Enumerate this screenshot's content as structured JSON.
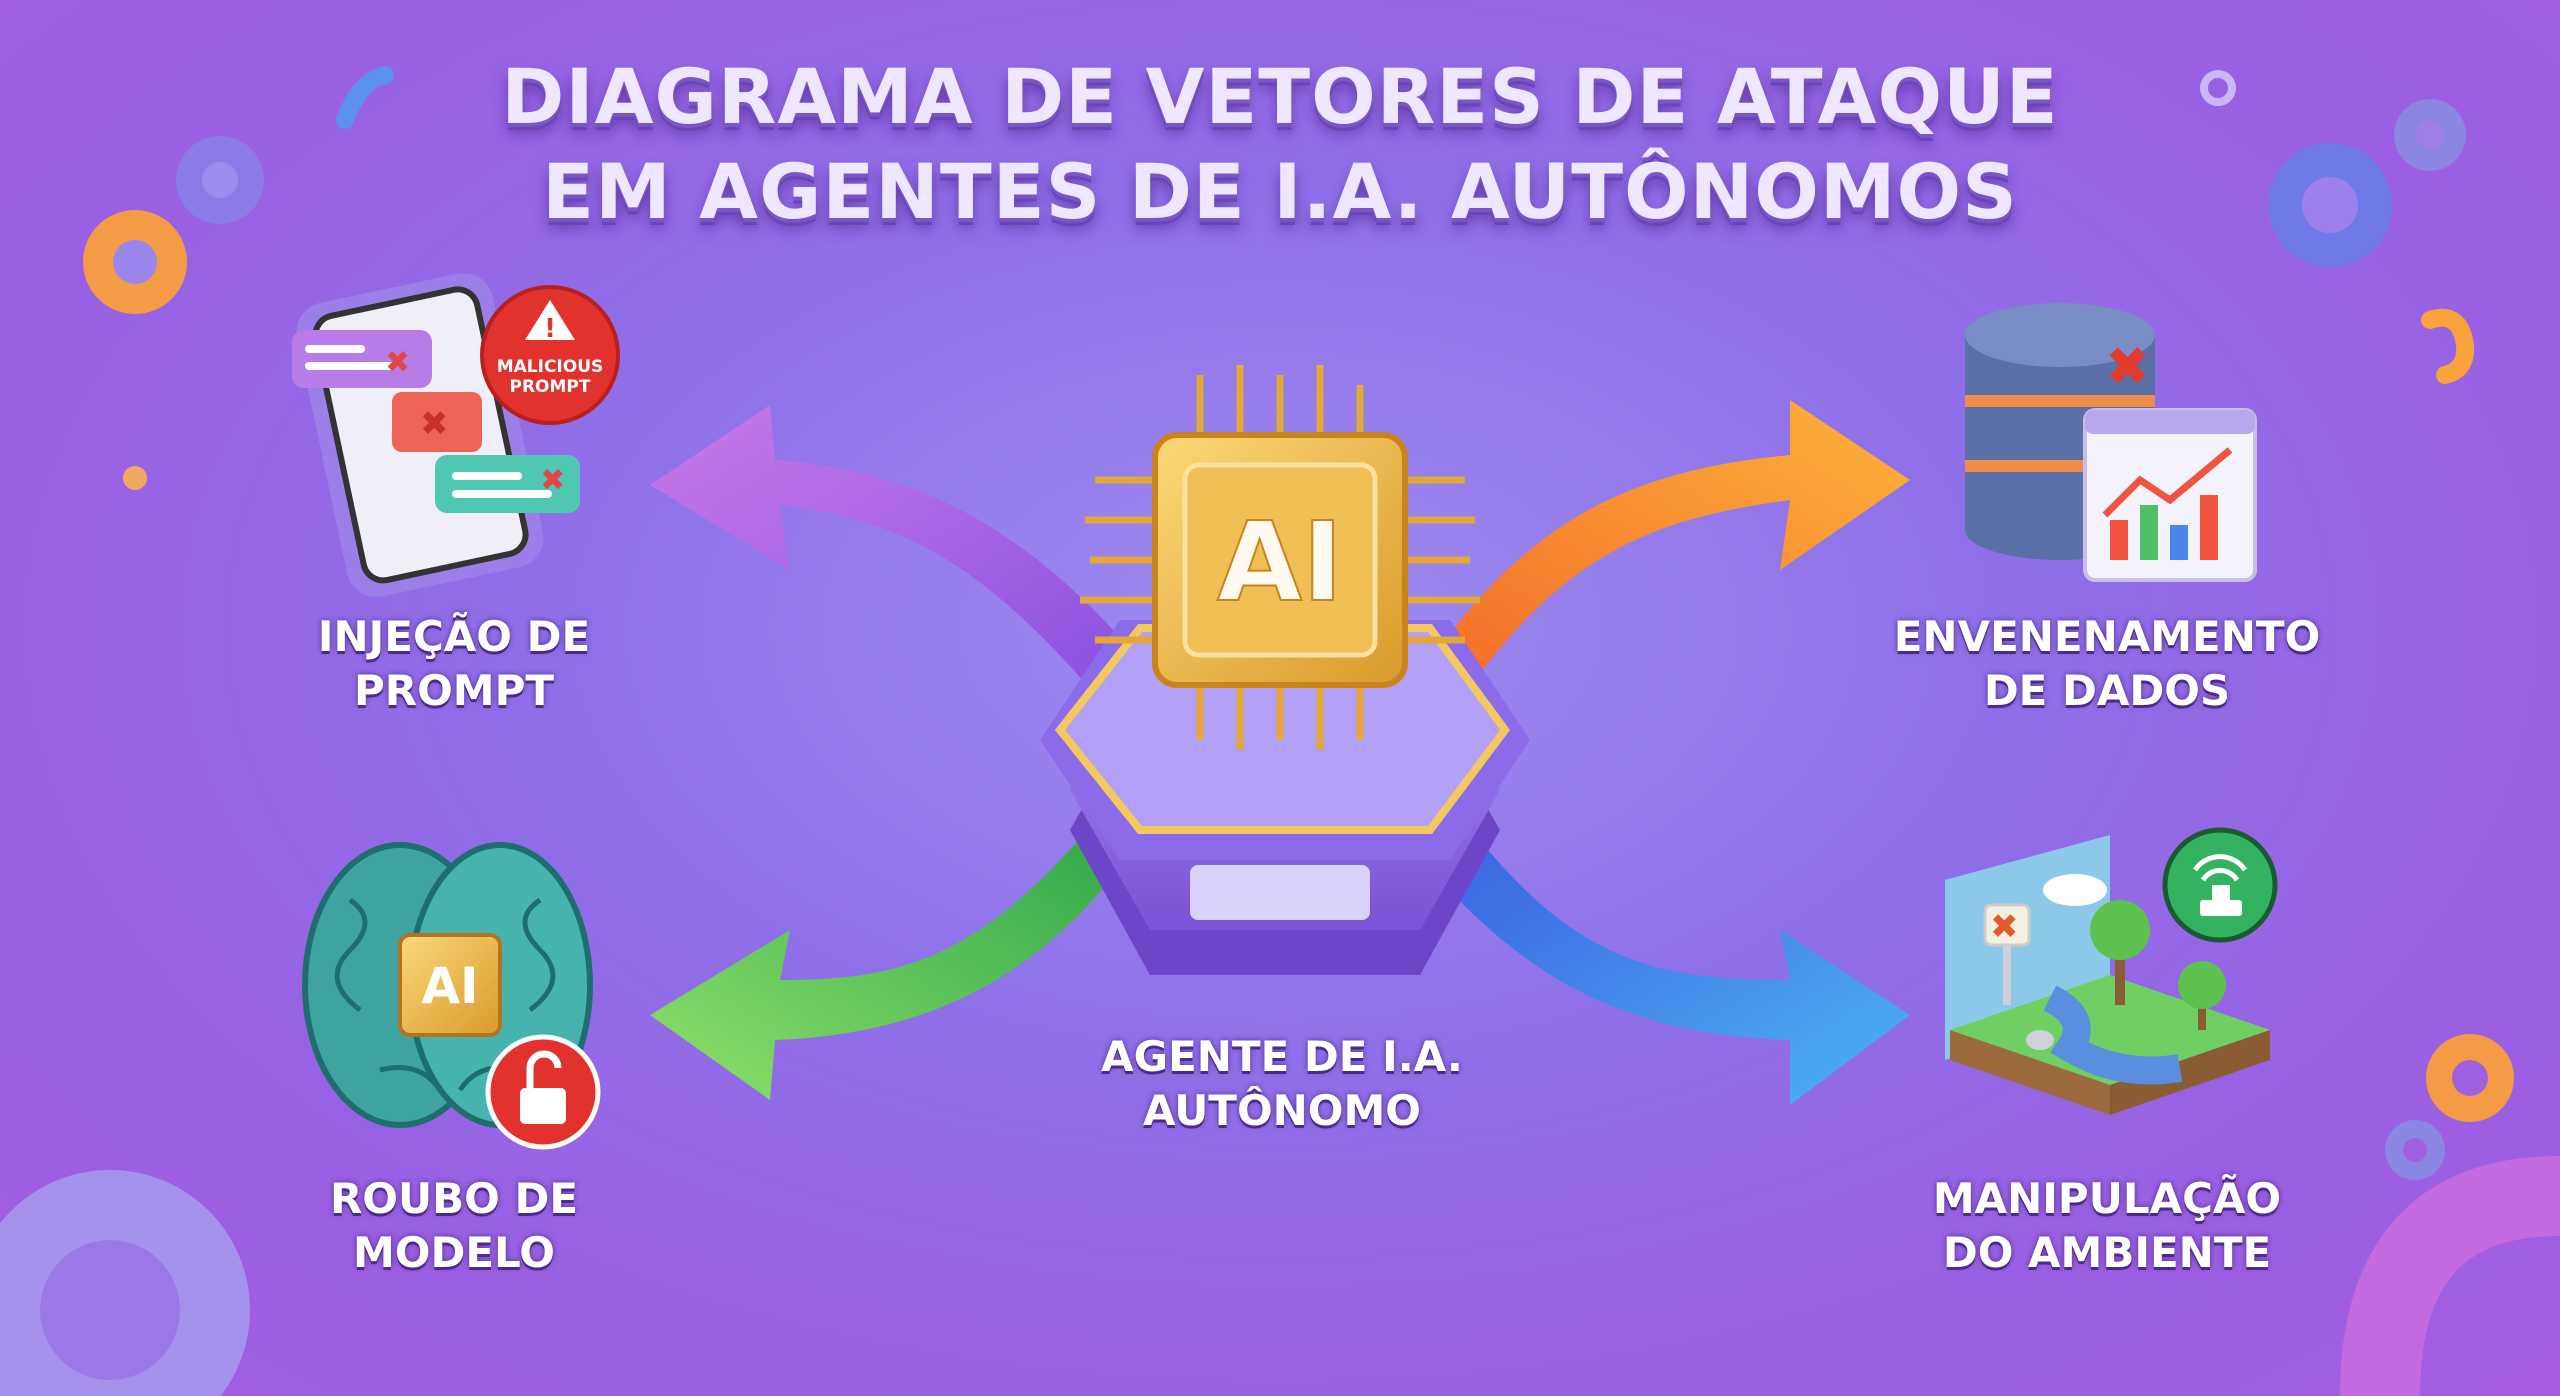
{
  "title": {
    "line1": "DIAGRAMA DE VETORES DE ATAQUE",
    "line2": "EM AGENTES DE I.A. AUTÔNOMOS"
  },
  "center": {
    "chip_text": "AI",
    "label_line1": "AGENTE DE I.A.",
    "label_line2": "AUTÔNOMO"
  },
  "vectors": [
    {
      "id": "prompt-injection",
      "line1": "INJEÇÃO DE",
      "line2": "PROMPT",
      "badge_line1": "MALICIOUS",
      "badge_line2": "PROMPT",
      "arrow_color": "#b868e6"
    },
    {
      "id": "data-poisoning",
      "line1": "ENVENENAMENTO",
      "line2": "DE DADOS",
      "arrow_color": "#f7902e"
    },
    {
      "id": "model-theft",
      "line1": "ROUBO DE",
      "line2": "MODELO",
      "chip_text": "AI",
      "arrow_color": "#4fcf5a"
    },
    {
      "id": "environment-manipulation",
      "line1": "MANIPULAÇÃO",
      "line2": "DO AMBIENTE",
      "arrow_color": "#3d8ff0"
    }
  ]
}
